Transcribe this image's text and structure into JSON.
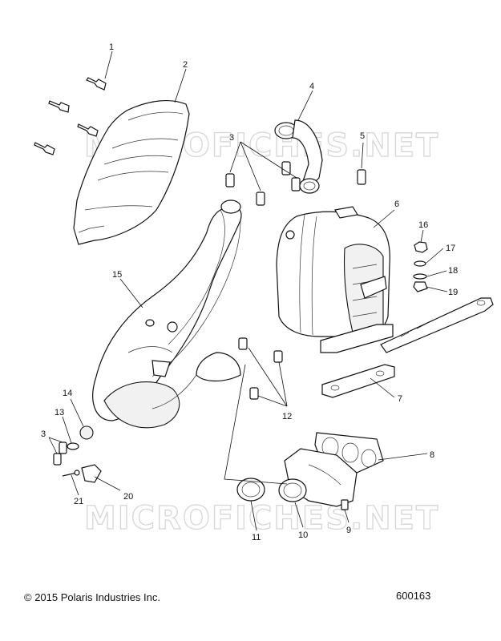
{
  "watermark": "MICROFICHES.NET",
  "callouts": [
    {
      "id": "1",
      "label": "1"
    },
    {
      "id": "2",
      "label": "2"
    },
    {
      "id": "3a",
      "label": "3"
    },
    {
      "id": "3b",
      "label": "3"
    },
    {
      "id": "4",
      "label": "4"
    },
    {
      "id": "5",
      "label": "5"
    },
    {
      "id": "6",
      "label": "6"
    },
    {
      "id": "7",
      "label": "7"
    },
    {
      "id": "8",
      "label": "8"
    },
    {
      "id": "9",
      "label": "9"
    },
    {
      "id": "10",
      "label": "10"
    },
    {
      "id": "11",
      "label": "11"
    },
    {
      "id": "12",
      "label": "12"
    },
    {
      "id": "13",
      "label": "13"
    },
    {
      "id": "14",
      "label": "14"
    },
    {
      "id": "15",
      "label": "15"
    },
    {
      "id": "16",
      "label": "16"
    },
    {
      "id": "17",
      "label": "17"
    },
    {
      "id": "18",
      "label": "18"
    },
    {
      "id": "19",
      "label": "19"
    },
    {
      "id": "20",
      "label": "20"
    },
    {
      "id": "21",
      "label": "21"
    }
  ],
  "footer": {
    "copyright": "© 2015 Polaris Industries Inc.",
    "ref_number": "600163"
  }
}
